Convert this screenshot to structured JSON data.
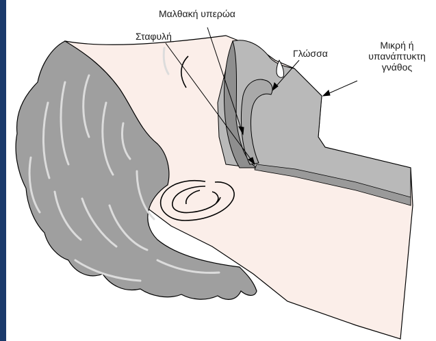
{
  "labels": {
    "soft_palate": "Μαλθακή υπερώα",
    "uvula": "Σταφυλή",
    "tongue": "Γλώσσα",
    "jaw_line1": "Μικρή ή",
    "jaw_line2": "υπανάπτυκτη",
    "jaw_line3": "γνάθος"
  },
  "colors": {
    "frame": "#1b3a6b",
    "skin": "#fbeee9",
    "hair": "#9f9f9f",
    "hair_highlight": "#dcdcdc",
    "airway_tissue": "#b9b9b9",
    "airway_dark": "#8e8e8e",
    "outline": "#000000"
  }
}
